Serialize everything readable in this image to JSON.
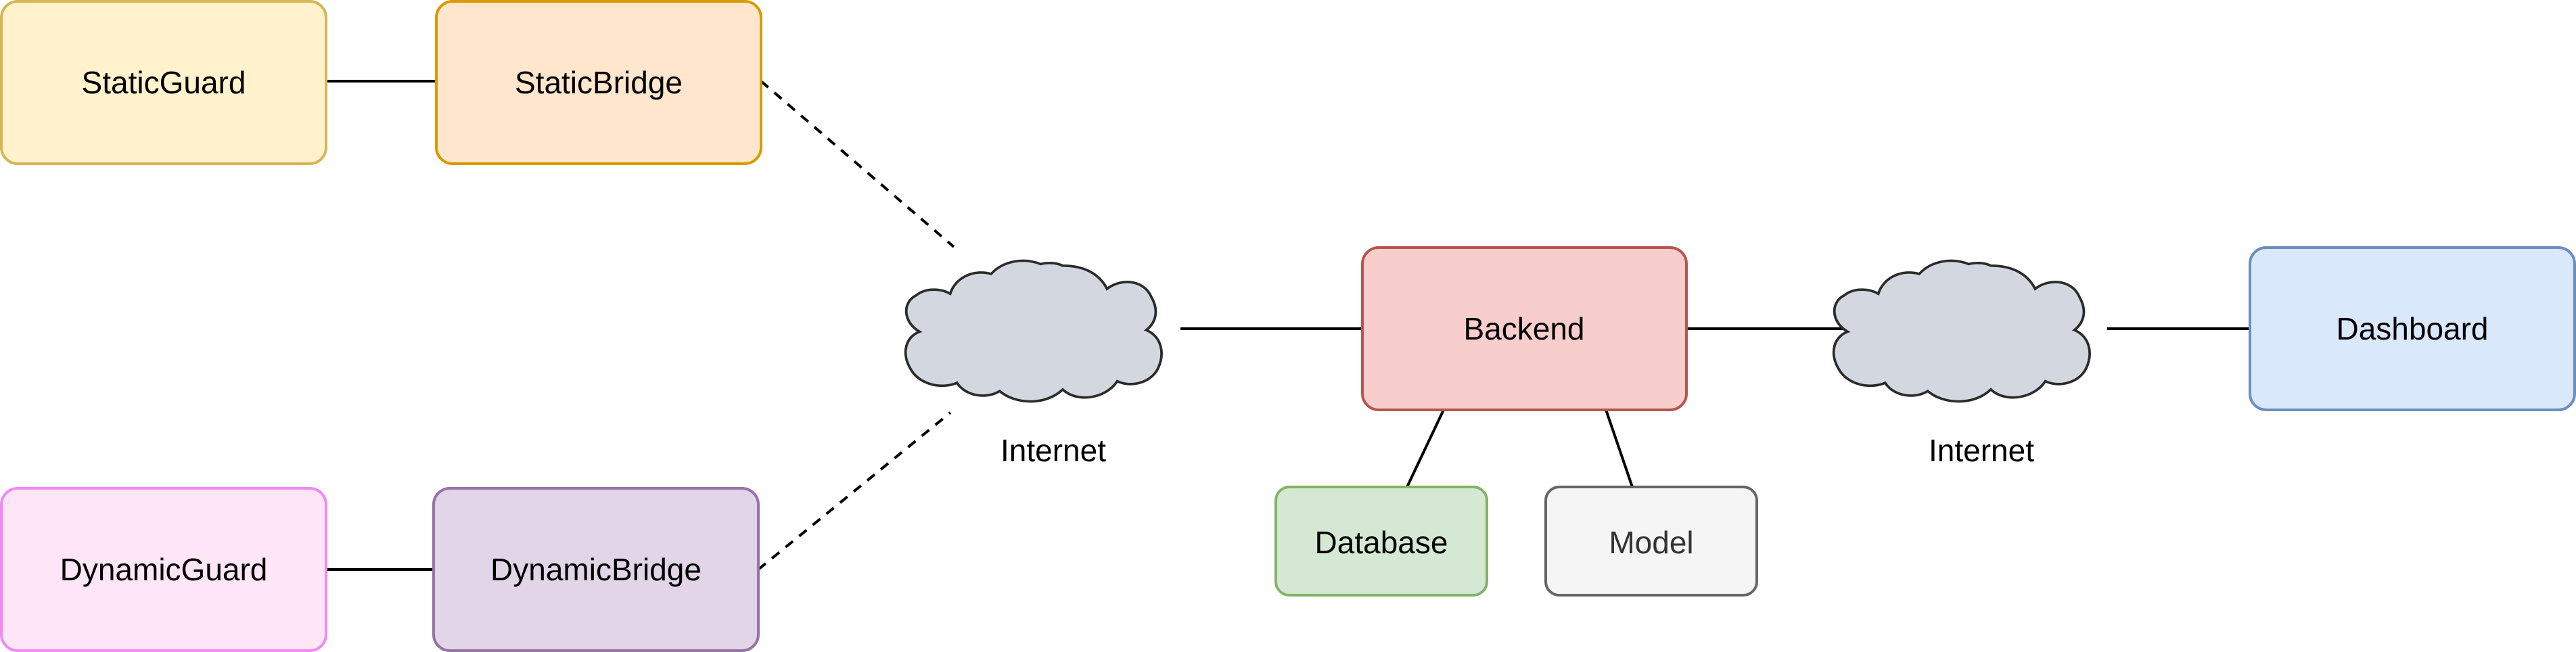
{
  "diagram": {
    "nodes": {
      "static_guard": {
        "label": "StaticGuard",
        "fill": "#fff2cc",
        "stroke": "#d6b656"
      },
      "static_bridge": {
        "label": "StaticBridge",
        "fill": "#ffe6cc",
        "stroke": "#d79b00"
      },
      "dynamic_guard": {
        "label": "DynamicGuard",
        "fill": "#ffe6f7",
        "stroke": "#f08af0"
      },
      "dynamic_bridge": {
        "label": "DynamicBridge",
        "fill": "#e1d5e7",
        "stroke": "#9673a6"
      },
      "backend": {
        "label": "Backend",
        "fill": "#f8cecc",
        "stroke": "#b85450"
      },
      "database": {
        "label": "Database",
        "fill": "#d5e8d4",
        "stroke": "#82b366"
      },
      "model": {
        "label": "Model",
        "fill": "#f5f5f5",
        "stroke": "#666666"
      },
      "dashboard": {
        "label": "Dashboard",
        "fill": "#dae8fc",
        "stroke": "#6c8ebf"
      }
    },
    "clouds": {
      "internet_left": {
        "label": "Internet"
      },
      "internet_right": {
        "label": "Internet"
      }
    },
    "colors": {
      "cloud_fill": "#d2d7e0",
      "cloud_stroke": "#2b2b2b",
      "edge": "#000000",
      "text": "#000000",
      "muted_text": "#333333"
    }
  }
}
